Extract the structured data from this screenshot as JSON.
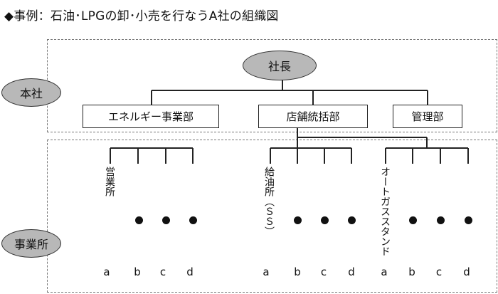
{
  "title": "◆事例：石油･LPGの卸･小売を行なうA社の組織図",
  "head_office_label": "本社",
  "business_sites_label": "事業所",
  "ceo": "社長",
  "departments": [
    "エネルギー事業部",
    "店舗統括部",
    "管理部"
  ],
  "site_groups": [
    {
      "name": "営業所",
      "bullets": 3,
      "labels": [
        "a",
        "b",
        "c",
        "d"
      ]
    },
    {
      "name": "給油所（ＳＳ）",
      "bullets": 3,
      "labels": [
        "a",
        "b",
        "c",
        "d"
      ]
    },
    {
      "name": "オートガススタンド",
      "bullets": 3,
      "labels": [
        "a",
        "b",
        "c",
        "d"
      ]
    }
  ]
}
